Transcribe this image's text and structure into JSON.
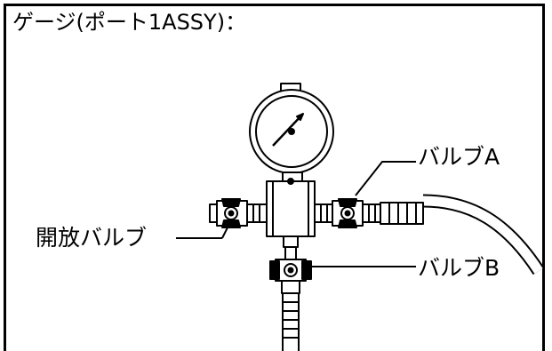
{
  "figure": {
    "title": "ゲージ(ポート1ASSY)：",
    "labels": {
      "open_valve": "開放バルブ",
      "valve_a": "バルブA",
      "valve_b": "バルブB"
    }
  }
}
